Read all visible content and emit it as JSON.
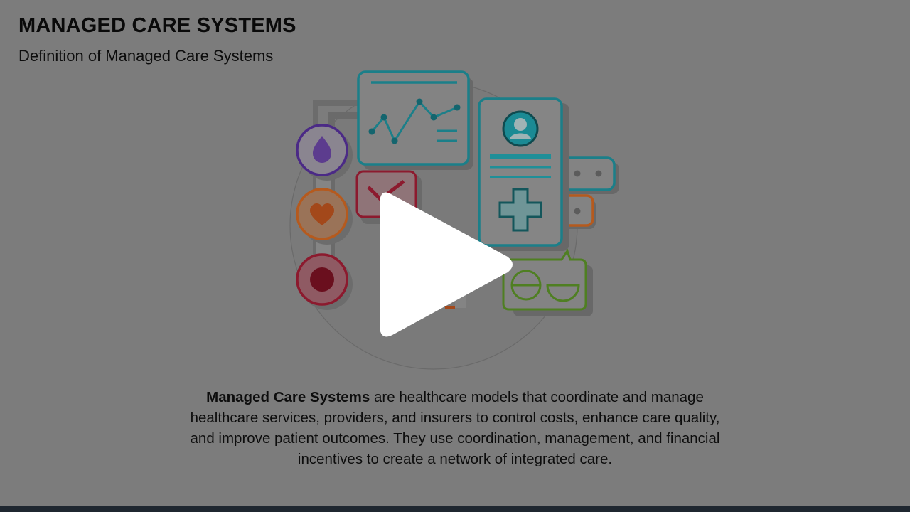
{
  "slide": {
    "title": "MANAGED CARE SYSTEMS",
    "subtitle": "Definition of Managed Care Systems",
    "definition": {
      "bold_lead": "Managed Care Systems",
      "body": " are healthcare models that coordinate and manage healthcare services, providers, and insurers to control costs, enhance care quality, and improve patient outcomes. They use coordination, management, and financial incentives to create a network of integrated care."
    }
  },
  "illustration": {
    "icons": [
      "chart-monitor-icon",
      "patient-profile-card-icon",
      "medical-cross-icon",
      "blood-drop-icon",
      "heart-icon",
      "blood-cell-icon",
      "checkmark-box-icon",
      "pills-chat-bubble-icon",
      "connector-tab-icon"
    ],
    "colors": {
      "teal": "#1b7f89",
      "purple": "#4b2a86",
      "orange": "#b55a1e",
      "crimson": "#8c1a2e",
      "green": "#4f7f22",
      "overlay_bg": "#7c7c7c"
    }
  },
  "player": {
    "play_icon": "play-icon",
    "play_color": "#ffffff"
  },
  "bottom_bar": {
    "color": "#1f2730"
  }
}
